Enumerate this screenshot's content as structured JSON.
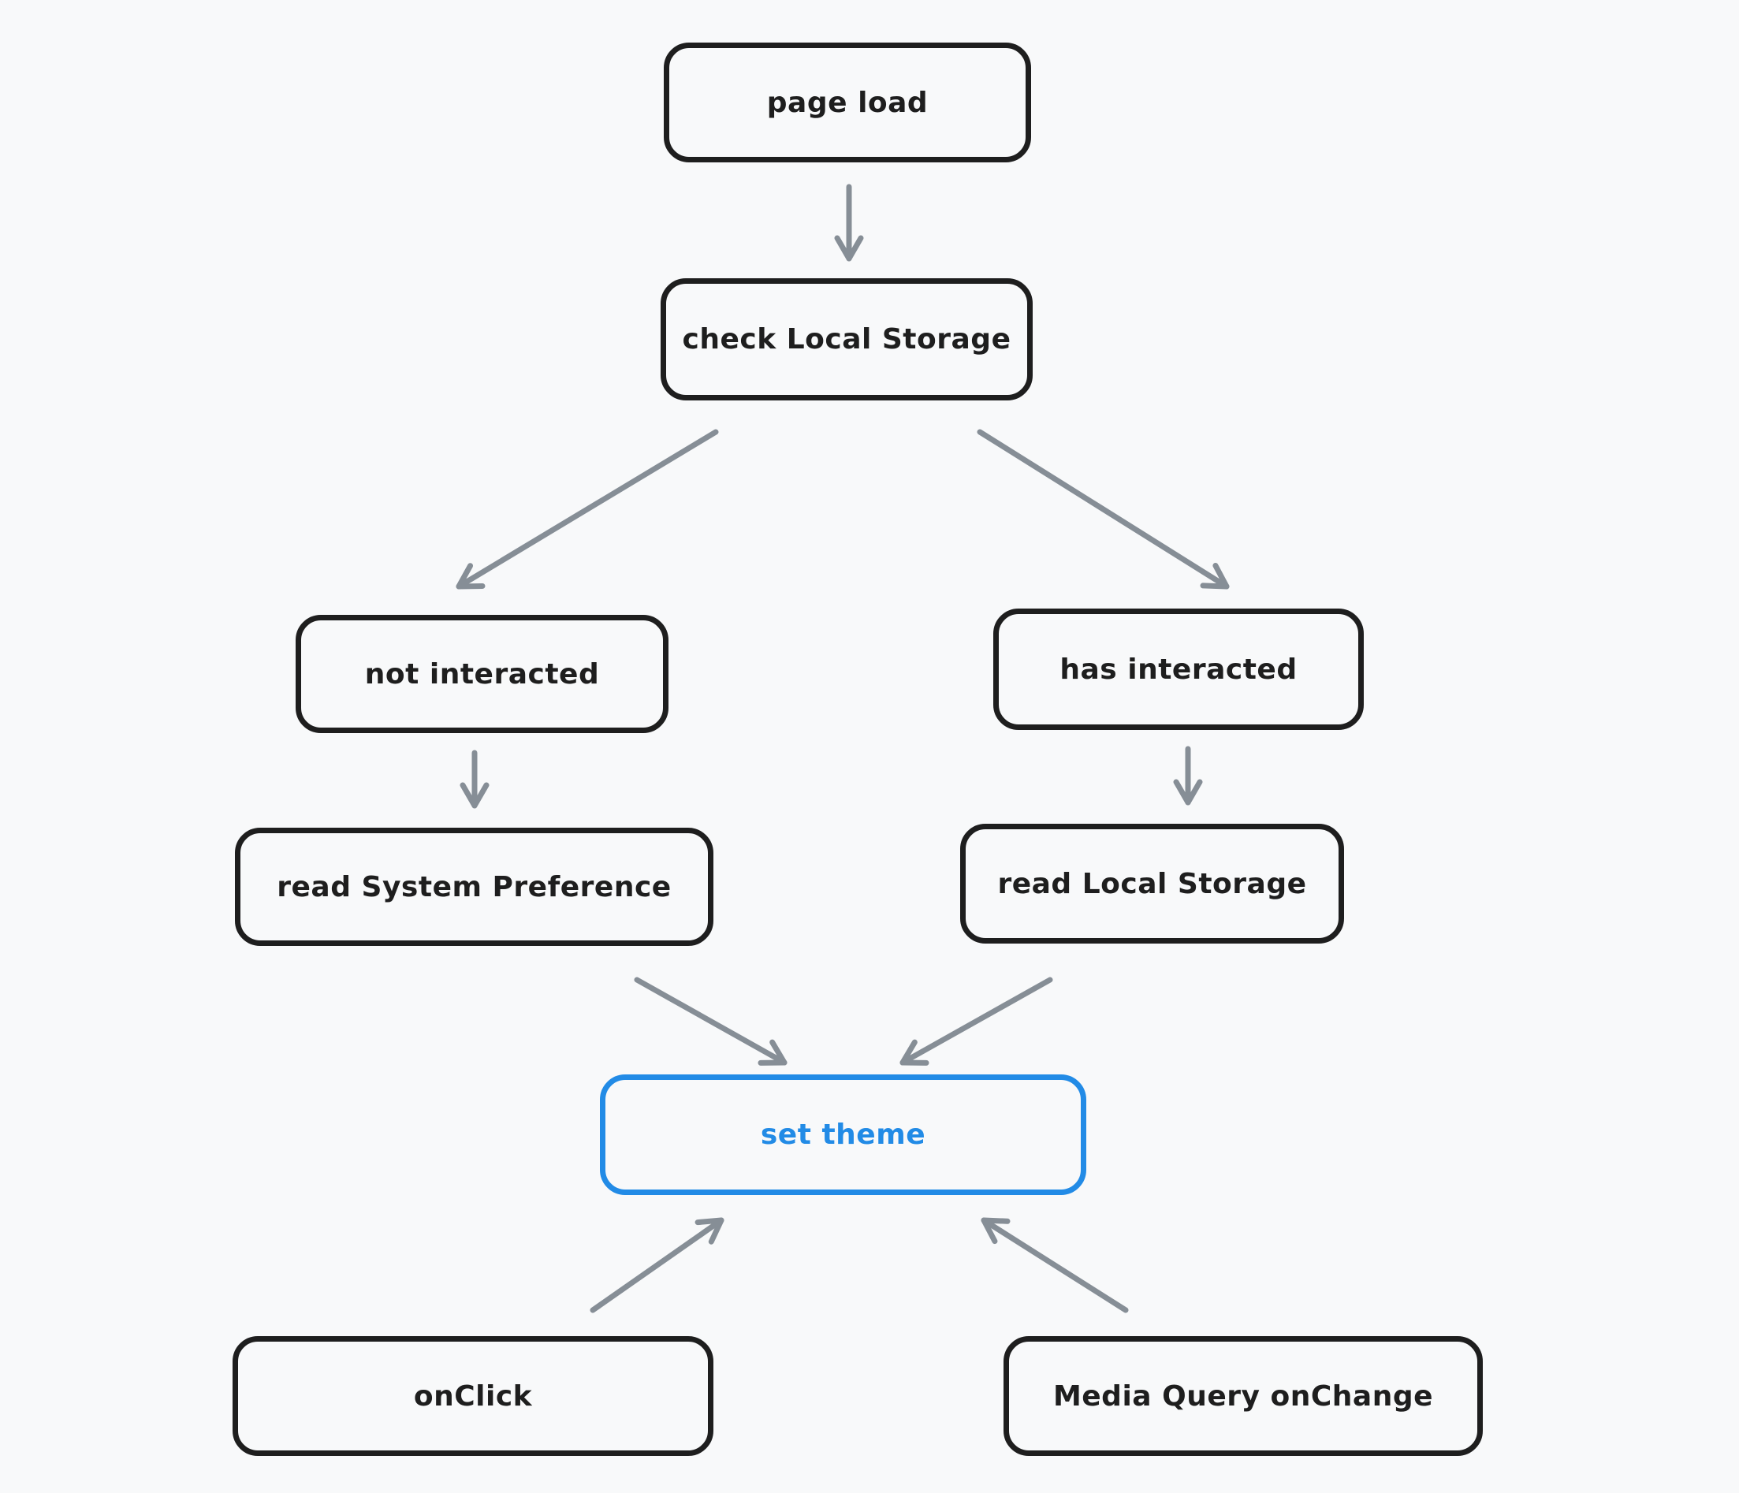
{
  "diagram": {
    "background_color": "#f8f9fa",
    "node_stroke_color": "#1e1e1e",
    "arrow_color": "#868e96",
    "accent_color": "#228be6",
    "nodes": [
      {
        "id": "page-load",
        "label": "page load",
        "accent": false
      },
      {
        "id": "check-local-storage",
        "label": "check Local Storage",
        "accent": false
      },
      {
        "id": "not-interacted",
        "label": "not interacted",
        "accent": false
      },
      {
        "id": "has-interacted",
        "label": "has interacted",
        "accent": false
      },
      {
        "id": "read-system-preference",
        "label": "read System Preference",
        "accent": false
      },
      {
        "id": "read-local-storage",
        "label": "read Local Storage",
        "accent": false
      },
      {
        "id": "set-theme",
        "label": "set theme",
        "accent": true
      },
      {
        "id": "onclick",
        "label": "onClick",
        "accent": false
      },
      {
        "id": "media-query-onchange",
        "label": "Media Query onChange",
        "accent": false
      }
    ],
    "edges": [
      {
        "from": "page-load",
        "to": "check-local-storage"
      },
      {
        "from": "check-local-storage",
        "to": "not-interacted"
      },
      {
        "from": "check-local-storage",
        "to": "has-interacted"
      },
      {
        "from": "not-interacted",
        "to": "read-system-preference"
      },
      {
        "from": "has-interacted",
        "to": "read-local-storage"
      },
      {
        "from": "read-system-preference",
        "to": "set-theme"
      },
      {
        "from": "read-local-storage",
        "to": "set-theme"
      },
      {
        "from": "onclick",
        "to": "set-theme"
      },
      {
        "from": "media-query-onchange",
        "to": "set-theme"
      }
    ]
  }
}
